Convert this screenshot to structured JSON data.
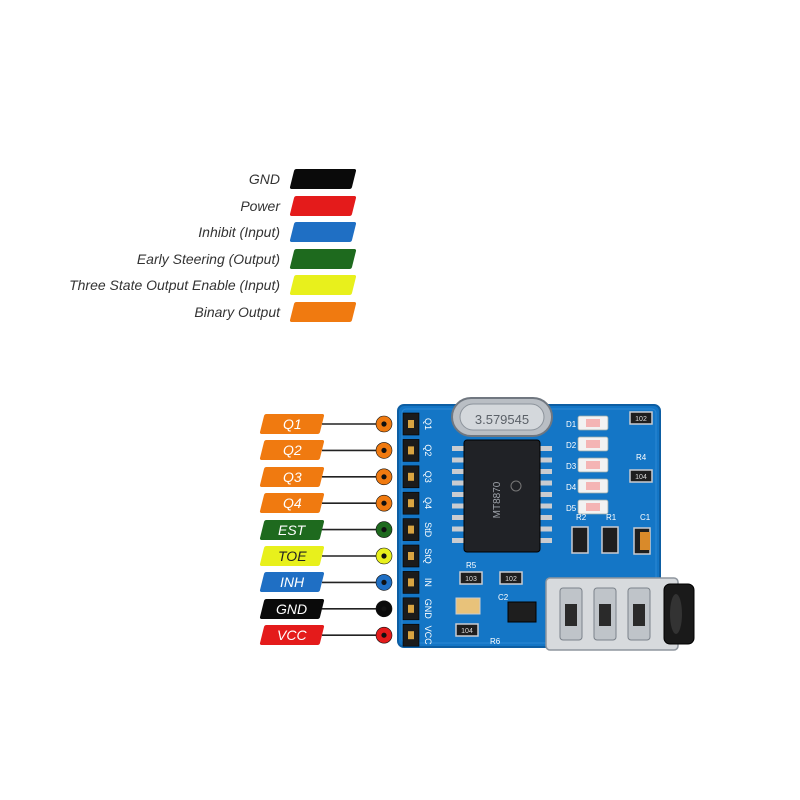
{
  "legend": [
    {
      "label": "GND",
      "color": "#0a0a0a"
    },
    {
      "label": "Power",
      "color": "#e41b1b"
    },
    {
      "label": "Inhibit (Input)",
      "color": "#1f6fc4"
    },
    {
      "label": "Early Steering (Output)",
      "color": "#1e6a1e"
    },
    {
      "label": "Three State Output Enable (Input)",
      "color": "#e8f01c"
    },
    {
      "label": "Binary Output",
      "color": "#f07a10"
    }
  ],
  "pins": [
    {
      "label": "Q1",
      "color": "#f07a10",
      "silk": "Q1"
    },
    {
      "label": "Q2",
      "color": "#f07a10",
      "silk": "Q2"
    },
    {
      "label": "Q3",
      "color": "#f07a10",
      "silk": "Q3"
    },
    {
      "label": "Q4",
      "color": "#f07a10",
      "silk": "Q4"
    },
    {
      "label": "EST",
      "color": "#1e6a1e",
      "silk": "StD"
    },
    {
      "label": "TOE",
      "color": "#e8f01c",
      "silk": "StQ"
    },
    {
      "label": "INH",
      "color": "#1f6fc4",
      "silk": "IN"
    },
    {
      "label": "GND",
      "color": "#0a0a0a",
      "silk": "GND"
    },
    {
      "label": "VCC",
      "color": "#e41b1b",
      "silk": "VCC"
    }
  ],
  "board": {
    "pcb_color": "#1476c6",
    "crystal_text": "3.579545",
    "chip_text": "MT8870",
    "led_labels": [
      "D1",
      "D2",
      "D3",
      "D4",
      "D5"
    ],
    "resistor_labels": [
      "R1",
      "R2",
      "R4",
      "R5",
      "R6"
    ],
    "capacitor_labels": [
      "C1",
      "C2"
    ],
    "component_codes": [
      "102",
      "104",
      "103",
      "104",
      "102"
    ]
  }
}
